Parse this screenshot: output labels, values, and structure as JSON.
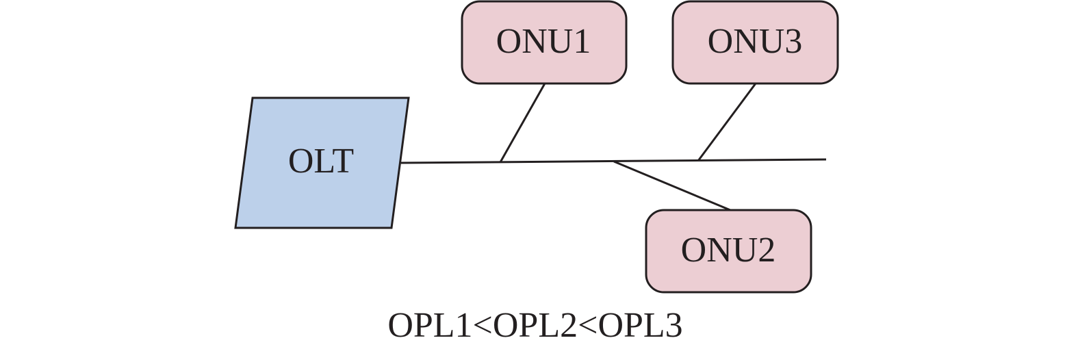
{
  "diagram": {
    "olt": {
      "label": "OLT",
      "fill": "#bcd0ea"
    },
    "onus": [
      {
        "id": "onu1",
        "label": "ONU1"
      },
      {
        "id": "onu3",
        "label": "ONU3"
      },
      {
        "id": "onu2",
        "label": "ONU2"
      }
    ],
    "onu_fill": "#ecced3",
    "stroke": "#231f20",
    "caption": "OPL1<OPL2<OPL3"
  }
}
